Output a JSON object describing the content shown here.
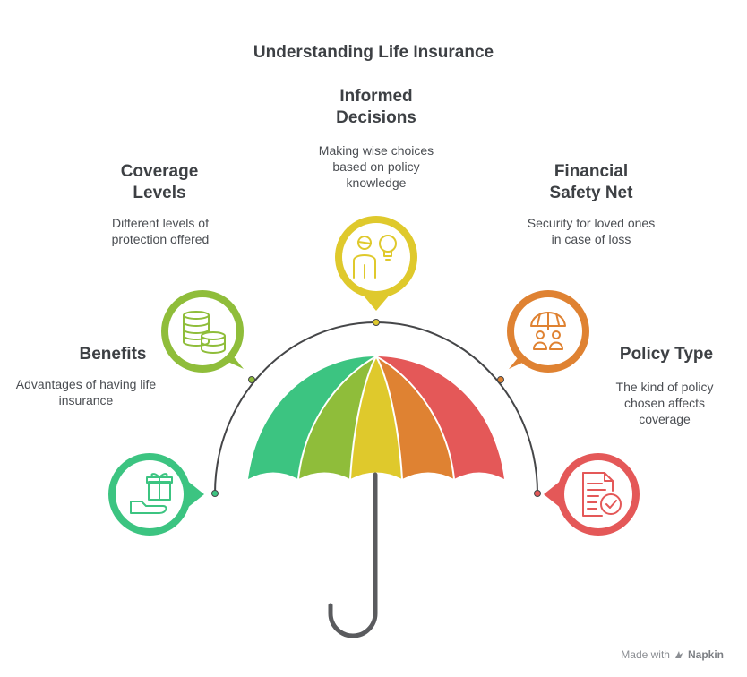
{
  "title": "Understanding Life Insurance",
  "items": [
    {
      "key": "benefits",
      "title": "Benefits",
      "description": "Advantages of having life insurance",
      "color": "#3cc481",
      "icon": "gift-in-hand-icon"
    },
    {
      "key": "coverage",
      "title": "Coverage Levels",
      "description": "Different levels of protection offered",
      "color": "#8fbd3a",
      "icon": "coin-stacks-icon"
    },
    {
      "key": "informed",
      "title": "Informed Decisions",
      "description": "Making wise choices based on policy knowledge",
      "color": "#dfc92c",
      "icon": "person-lightbulb-icon"
    },
    {
      "key": "safety",
      "title": "Financial Safety Net",
      "description": "Security for loved ones in case of loss",
      "color": "#df8232",
      "icon": "umbrella-family-icon"
    },
    {
      "key": "policy",
      "title": "Policy Type",
      "description": "The kind of policy chosen affects coverage",
      "color": "#e45858",
      "icon": "document-check-icon"
    }
  ],
  "footer": {
    "made_with": "Made with",
    "brand": "Napkin"
  }
}
